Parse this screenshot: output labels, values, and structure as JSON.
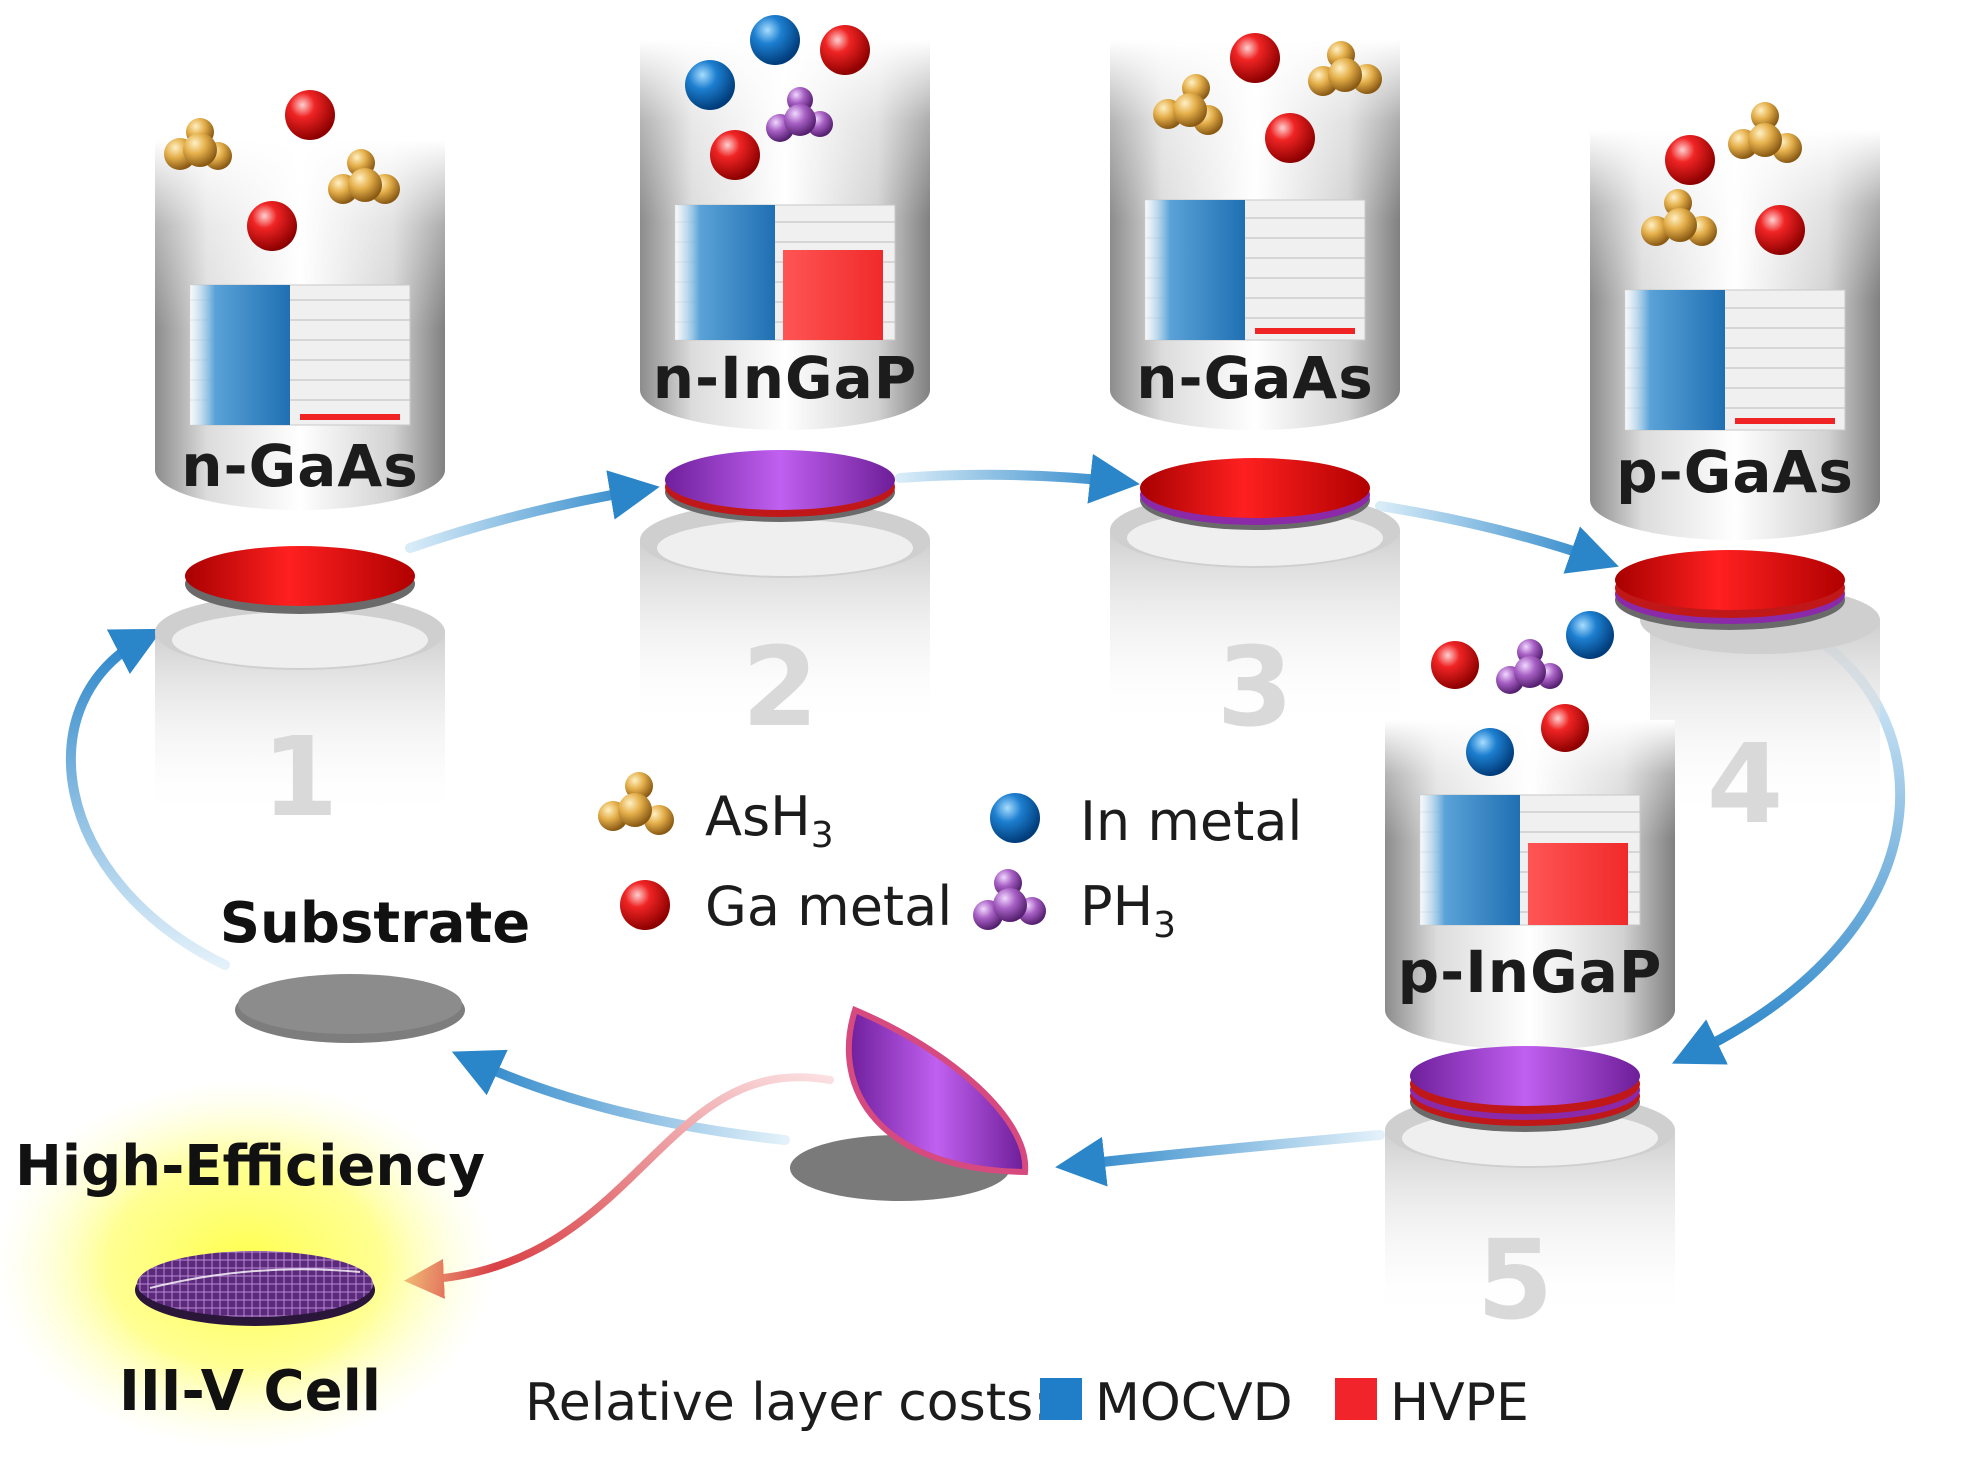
{
  "chambers": [
    {
      "number": "1",
      "label": "n-GaAs"
    },
    {
      "number": "2",
      "label": "n-InGaP"
    },
    {
      "number": "3",
      "label": "n-GaAs"
    },
    {
      "number": "4",
      "label": "p-GaAs"
    },
    {
      "number": "5",
      "label": "p-InGaP"
    }
  ],
  "legend": {
    "ash3": "AsH",
    "ash3_sub": "3",
    "in_metal": "In metal",
    "ga_metal": "Ga metal",
    "ph3": "PH",
    "ph3_sub": "3"
  },
  "substrate_label": "Substrate",
  "cell_label_top": "High-Efficiency",
  "cell_label_bottom": "III-V Cell",
  "costs": {
    "title": "Relative layer costs:",
    "mocvd": "MOCVD",
    "hvpe": "HVPE"
  },
  "colors": {
    "mocvd_blue": "#1f7ec7",
    "hvpe_red": "#f0242a",
    "arrow_blue": "#2b86c9",
    "arrow_red": "#d42a30",
    "wafer_purple": "#9a3fc4",
    "wafer_red": "#e01414",
    "substrate_gray": "#7d7d7d"
  }
}
